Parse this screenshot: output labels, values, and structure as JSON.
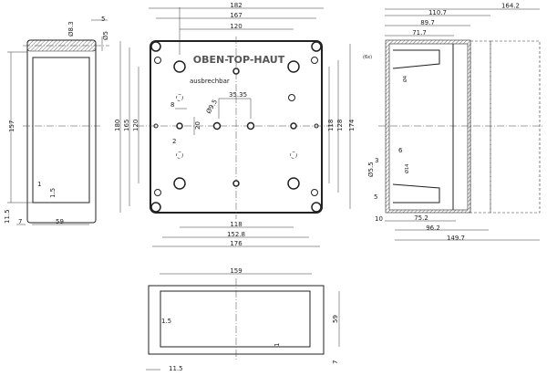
{
  "side_view_left": {
    "dim_height": "157",
    "dim_diam_8_3": "Ø8.3",
    "dim_5": "5",
    "dim_diam_5": "Ø5",
    "dim_1": "1",
    "dim_1_5": "1.5",
    "dim_11_5": "11.5",
    "dim_7": "7",
    "dim_59": "59"
  },
  "front_view": {
    "label": "OBEN-TOP-HAUT",
    "annotation": "ausbrechbar",
    "top_dims": [
      "182",
      "167",
      "120"
    ],
    "bottom_dims": [
      "118",
      "152.8",
      "176"
    ],
    "left_dims": [
      "180",
      "165",
      "120"
    ],
    "right_dims": [
      "118",
      "128",
      "174"
    ],
    "dim_35_35": "35.35",
    "dim_diam_9_5": "Ø9.5",
    "dim_8": "8",
    "dim_20": "20",
    "dim_2": "2"
  },
  "side_view_right": {
    "top_dims": [
      "164.2",
      "110.7",
      "89.7",
      "71.7"
    ],
    "bottom_dims": [
      "10",
      "75.2",
      "96.2",
      "149.7"
    ],
    "count": "(6x)",
    "dim_diam_4": "Ø4",
    "dim_6": "6",
    "dim_3": "3",
    "dim_diam_5_5": "Ø5.5",
    "dim_diam_14": "Ø14",
    "dim_5": "5"
  },
  "bottom_view": {
    "dim_159": "159",
    "dim_59": "59",
    "dim_1_5": "1.5",
    "dim_1": "1",
    "dim_11_5": "11.5",
    "dim_7": "7"
  }
}
